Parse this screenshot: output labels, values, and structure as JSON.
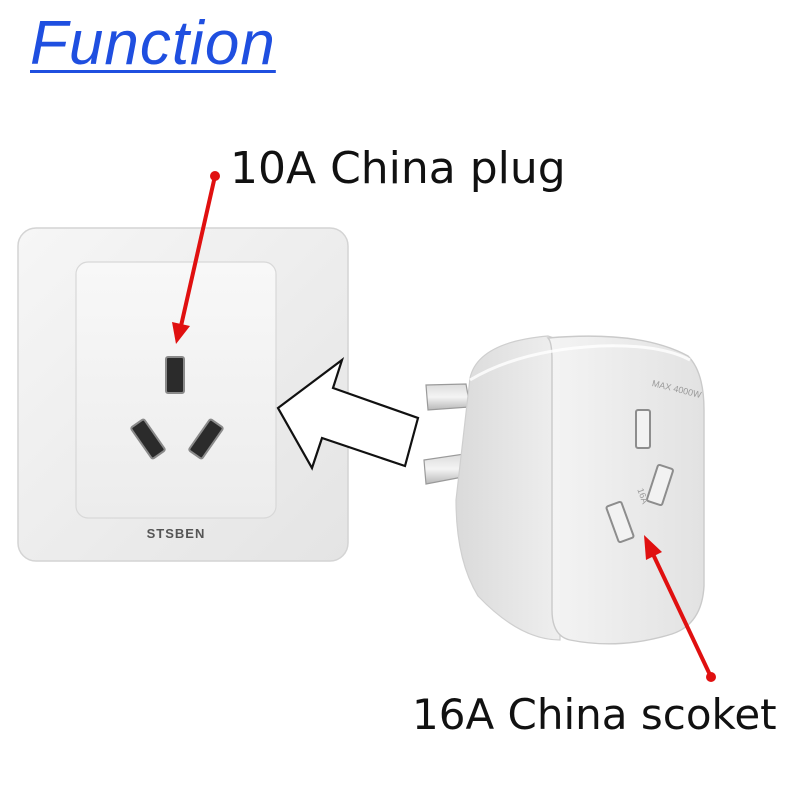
{
  "title": "Function",
  "labels": {
    "plug": "10A China plug",
    "socket": "16A China scoket"
  },
  "wall_socket": {
    "brand": "STSBEN"
  },
  "adapter": {
    "rating_marking": "16A",
    "top_marking": "MAX 4000W"
  },
  "colors": {
    "title": "#1f4fe0",
    "pointer": "#e01010",
    "text": "#111111"
  }
}
